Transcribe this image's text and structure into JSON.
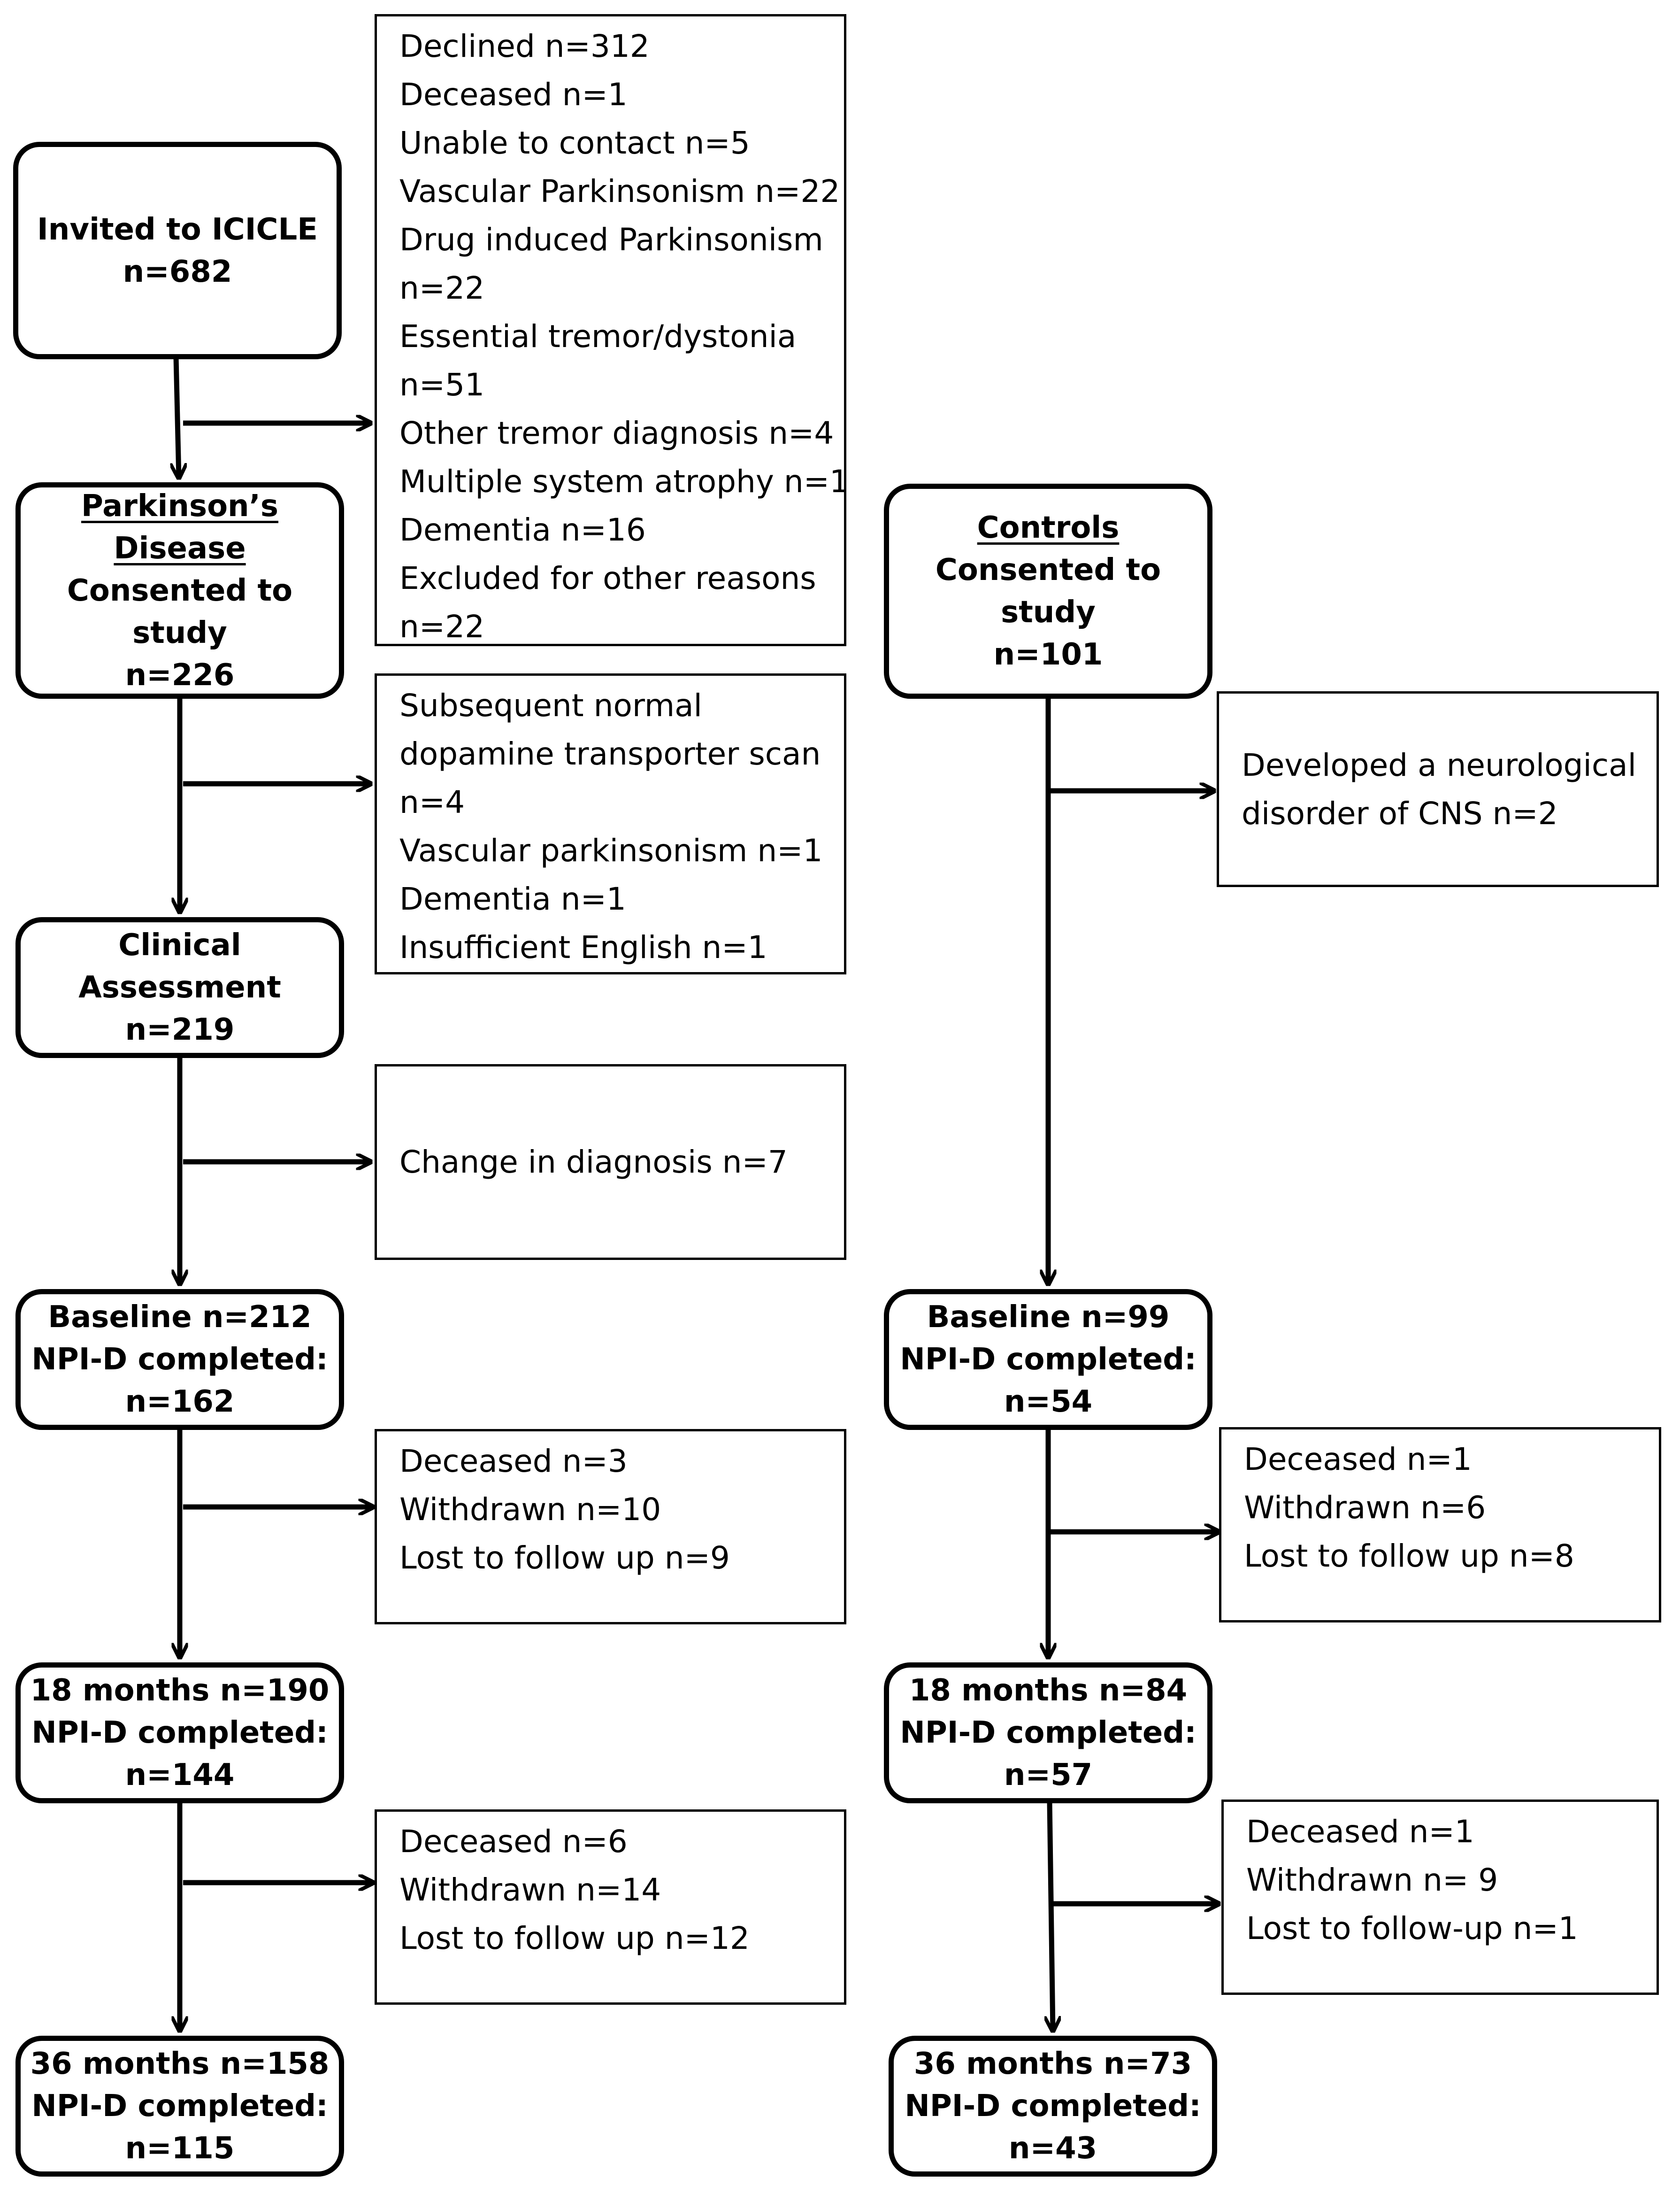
{
  "pd": {
    "invited": {
      "lines": [
        "Invited to ICICLE",
        "n=682"
      ]
    },
    "consented": {
      "title1": "Parkinson’s",
      "title2": "Disease",
      "lines": [
        "Consented to",
        "study",
        "n=226"
      ]
    },
    "clinical": {
      "lines": [
        "Clinical",
        "Assessment",
        "n=219"
      ]
    },
    "baseline": {
      "lines": [
        "Baseline n=212",
        "NPI-D completed:",
        "n=162"
      ]
    },
    "m18": {
      "lines": [
        "18 months n=190",
        "NPI-D completed:",
        "n=144"
      ]
    },
    "m36": {
      "lines": [
        "36 months n=158",
        "NPI-D completed:",
        "n=115"
      ]
    }
  },
  "controls": {
    "consented": {
      "title": "Controls",
      "lines": [
        "Consented to",
        "study",
        "n=101"
      ]
    },
    "baseline": {
      "lines": [
        "Baseline n=99",
        "NPI-D completed:",
        "n=54"
      ]
    },
    "m18": {
      "lines": [
        "18 months n=84",
        "NPI-D completed:",
        "n=57"
      ]
    },
    "m36": {
      "lines": [
        "36 months n=73",
        "NPI-D completed:",
        "n=43"
      ]
    }
  },
  "exclusions": {
    "screening": [
      "Declined n=312",
      "Deceased n=1",
      "Unable to contact n=5",
      "Vascular Parkinsonism n=22",
      "Drug induced Parkinsonism",
      "n=22",
      "Essential tremor/dystonia",
      "n=51",
      "Other tremor diagnosis n=4",
      "Multiple system atrophy n=1",
      "Dementia n=16",
      "Excluded for other reasons",
      "n=22"
    ],
    "pd_consent": [
      "Subsequent normal",
      "dopamine transporter scan",
      "n=4",
      "Vascular parkinsonism n=1",
      "Dementia n=1",
      "Insufficient English n=1"
    ],
    "pd_clinical": [
      "Change in diagnosis n=7"
    ],
    "pd_baseline": [
      "Deceased n=3",
      "Withdrawn n=10",
      "Lost to follow up n=9"
    ],
    "pd_m18": [
      "Deceased n=6",
      "Withdrawn n=14",
      "Lost to follow up  n=12"
    ],
    "ctrl_consent": [
      "Developed a neurological",
      "disorder of CNS n=2"
    ],
    "ctrl_baseline": [
      "Deceased n=1",
      "Withdrawn n=6",
      "Lost to follow up n=8"
    ],
    "ctrl_m18": [
      "Deceased n=1",
      "Withdrawn n= 9",
      "Lost to follow-up n=1"
    ]
  }
}
